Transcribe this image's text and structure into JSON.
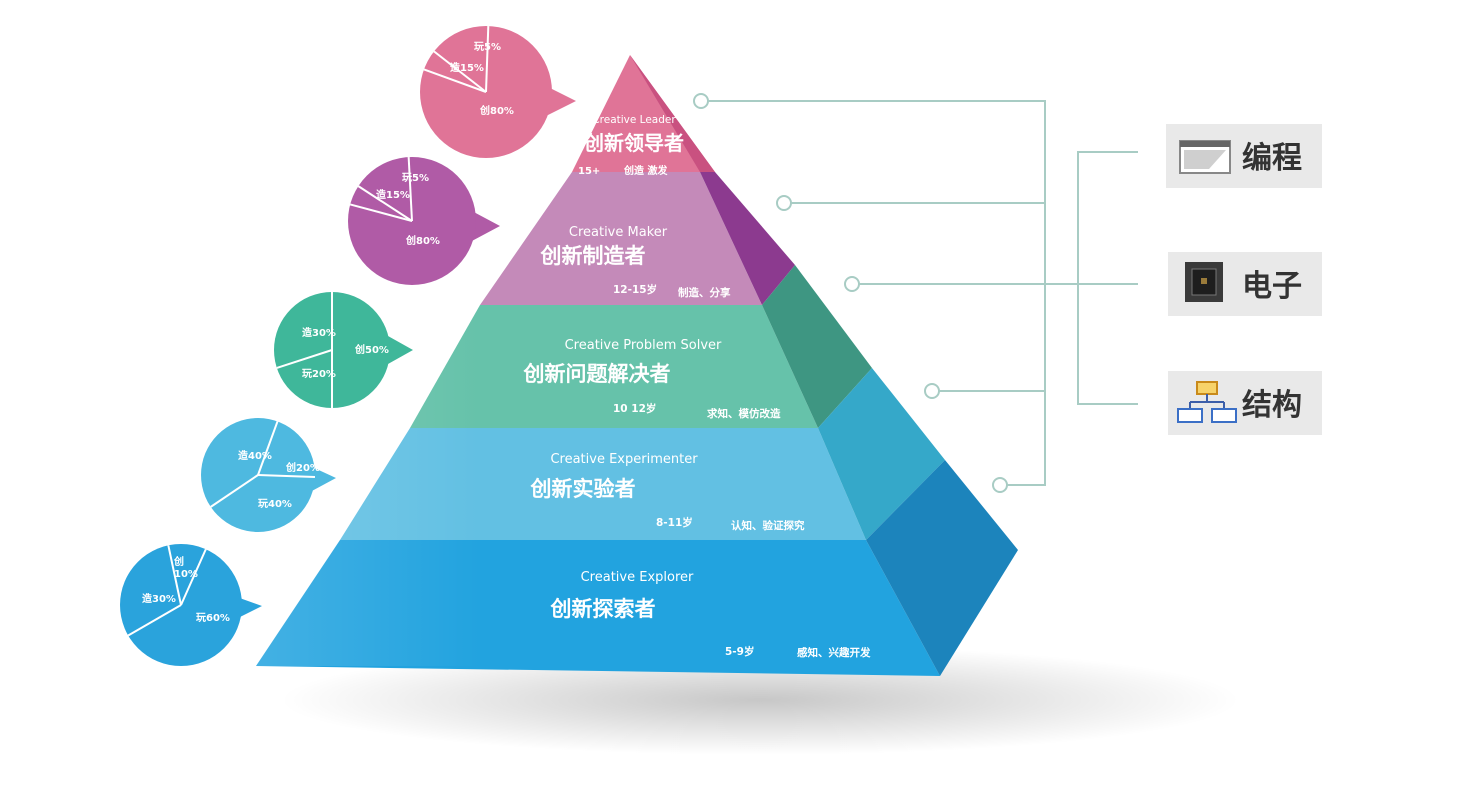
{
  "levels": [
    {
      "en": "Creative Leader",
      "cn": "创新领导者",
      "age": "15+",
      "desc": "创造 激发",
      "color": "#e07497",
      "side": "#b8446a"
    },
    {
      "en": "Creative Maker",
      "cn": "创新制造者",
      "age": "12-15岁",
      "desc": "制造、分享",
      "color": "#c486b8",
      "side": "#8b3a8e"
    },
    {
      "en": "Creative Problem Solver",
      "cn": "创新问题解决者",
      "age": "10 12岁",
      "desc": "求知、模仿改造",
      "color": "#5fbfa6",
      "side": "#3e9682"
    },
    {
      "en": "Creative Experimenter",
      "cn": "创新实验者",
      "age": "8-11岁",
      "desc": "认知、验证探究",
      "color": "#5bbde0",
      "side": "#35a7c8"
    },
    {
      "en": "Creative Explorer",
      "cn": "创新探索者",
      "age": "5-9岁",
      "desc": "感知、兴趣开发",
      "color": "#21a2e0",
      "side": "#1e86bd"
    }
  ],
  "pies": [
    {
      "color": "#e07497",
      "slices": [
        {
          "label": "玩5%",
          "value": 5
        },
        {
          "label": "造15%",
          "value": 15
        },
        {
          "label": "创80%",
          "value": 80
        }
      ]
    },
    {
      "color": "#b05ba6",
      "slices": [
        {
          "label": "玩5%",
          "value": 5
        },
        {
          "label": "造15%",
          "value": 15
        },
        {
          "label": "创80%",
          "value": 80
        }
      ]
    },
    {
      "color": "#3fb79a",
      "slices": [
        {
          "label": "创50%",
          "value": 50
        },
        {
          "label": "玩20%",
          "value": 20
        },
        {
          "label": "造30%",
          "value": 30
        }
      ]
    },
    {
      "color": "#4eb9e0",
      "slices": [
        {
          "label": "创20%",
          "value": 20
        },
        {
          "label": "玩40%",
          "value": 40
        },
        {
          "label": "造40%",
          "value": 40
        }
      ]
    },
    {
      "color": "#2aa3dc",
      "slices": [
        {
          "label": "创\n10%",
          "value": 10
        },
        {
          "label": "玩60%",
          "value": 60
        },
        {
          "label": "造30%",
          "value": 30
        }
      ]
    }
  ],
  "categories": [
    {
      "label": "编程",
      "icon": "window-icon"
    },
    {
      "label": "电子",
      "icon": "chip-icon"
    },
    {
      "label": "结构",
      "icon": "structure-icon"
    }
  ],
  "colors": {
    "connector": "#a8ccc4",
    "category_bg": "#e9e9e9"
  }
}
